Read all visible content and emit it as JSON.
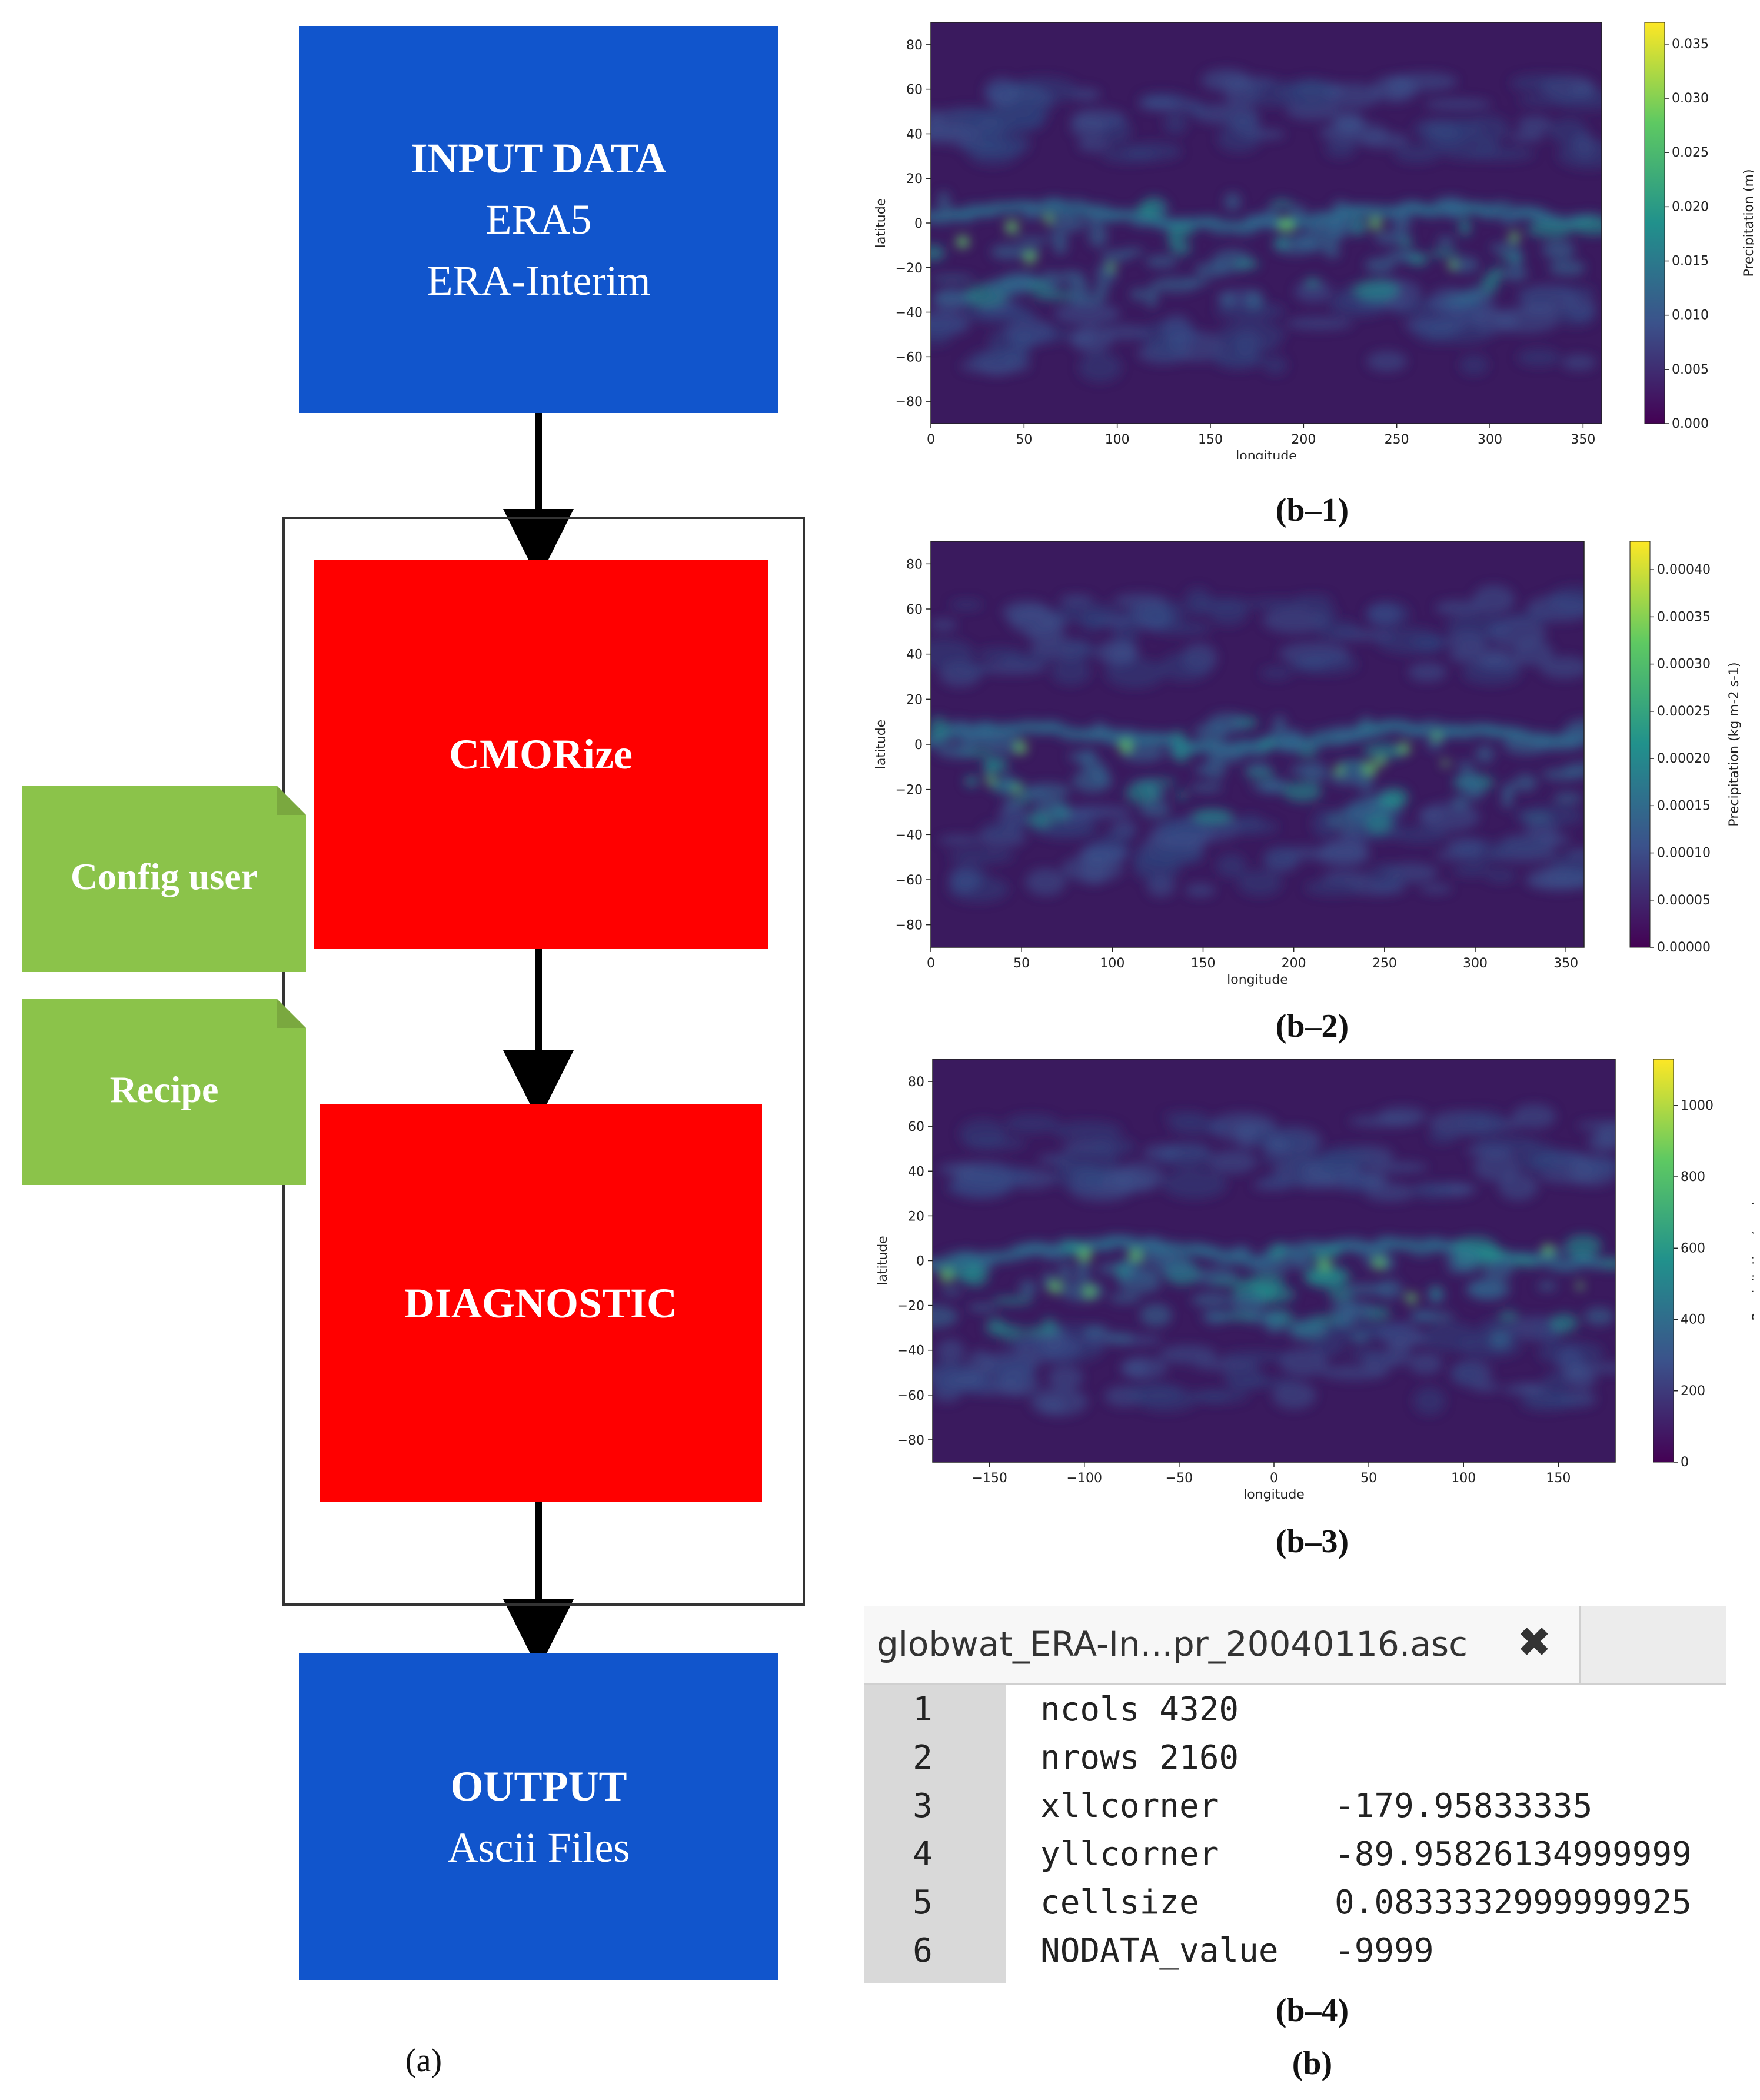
{
  "flow": {
    "input": {
      "title": "INPUT DATA",
      "lines": [
        "ERA5",
        "ERA-Interim"
      ]
    },
    "cmorize": {
      "title": "CMORize"
    },
    "diagnostic": {
      "title": "DIAGNOSTIC"
    },
    "output": {
      "title": "OUTPUT",
      "subtitle": "Ascii Files"
    },
    "config": {
      "label": "Config user"
    },
    "recipe": {
      "label": "Recipe"
    },
    "caption": "(a)",
    "colors": {
      "blue": "#1155cc",
      "red": "#ff0000",
      "green": "#8bc34a"
    }
  },
  "panel_b_caption": "(b)",
  "chart_data": [
    {
      "type": "heatmap",
      "caption": "(b–1)",
      "xlabel": "longitude",
      "ylabel": "latitude",
      "xlim": [
        0,
        360
      ],
      "ylim": [
        -90,
        90
      ],
      "x_ticks": [
        0,
        50,
        100,
        150,
        200,
        250,
        300,
        350
      ],
      "y_ticks": [
        80,
        60,
        40,
        20,
        0,
        -20,
        -40,
        -60,
        -80
      ],
      "colorbar": {
        "label": "Precipitation (m)",
        "range": [
          0.0,
          0.037
        ],
        "ticks": [
          "0.035",
          "0.030",
          "0.025",
          "0.020",
          "0.015",
          "0.010",
          "0.005",
          "0.000"
        ]
      },
      "grid": false,
      "colormap": "viridis"
    },
    {
      "type": "heatmap",
      "caption": "(b–2)",
      "xlabel": "longitude",
      "ylabel": "latitude",
      "xlim": [
        0,
        360
      ],
      "ylim": [
        -90,
        90
      ],
      "x_ticks": [
        0,
        50,
        100,
        150,
        200,
        250,
        300,
        350
      ],
      "y_ticks": [
        80,
        60,
        40,
        20,
        0,
        -20,
        -40,
        -60,
        -80
      ],
      "colorbar": {
        "label": "Precipitation (kg m-2 s-1)",
        "range": [
          0.0,
          0.00043
        ],
        "ticks": [
          "0.00040",
          "0.00035",
          "0.00030",
          "0.00025",
          "0.00020",
          "0.00015",
          "0.00010",
          "0.00005",
          "0.00000"
        ]
      },
      "grid": false,
      "colormap": "viridis"
    },
    {
      "type": "heatmap",
      "caption": "(b–3)",
      "xlabel": "longitude",
      "ylabel": "latitude",
      "xlim": [
        -180,
        180
      ],
      "ylim": [
        -90,
        90
      ],
      "x_ticks": [
        -150,
        -100,
        -50,
        0,
        50,
        100,
        150
      ],
      "y_ticks": [
        80,
        60,
        40,
        20,
        0,
        -20,
        -40,
        -60,
        -80
      ],
      "colorbar": {
        "label": "Precipitation (mm)",
        "range": [
          0,
          1130
        ],
        "ticks": [
          "1000",
          "800",
          "600",
          "400",
          "200",
          "0"
        ]
      },
      "grid": false,
      "colormap": "viridis"
    }
  ],
  "editor": {
    "tab_title": "globwat_ERA-In...pr_20040116.asc",
    "close_symbol": "✖",
    "caption": "(b–4)",
    "lines": [
      {
        "n": "1",
        "key": "ncols 4320",
        "value": ""
      },
      {
        "n": "2",
        "key": "nrows 2160",
        "value": ""
      },
      {
        "n": "3",
        "key": "xllcorner",
        "value": "-179.95833335"
      },
      {
        "n": "4",
        "key": "yllcorner",
        "value": "-89.95826134999999"
      },
      {
        "n": "5",
        "key": "cellsize",
        "value": "0.0833332999999925"
      },
      {
        "n": "6",
        "key": "NODATA_value",
        "value": "-9999"
      }
    ]
  }
}
